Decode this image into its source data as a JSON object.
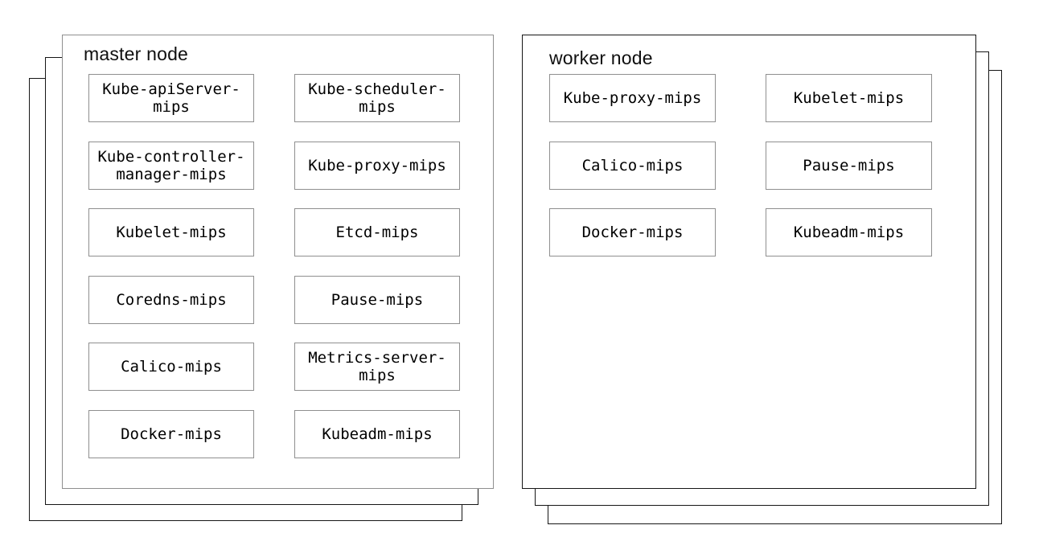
{
  "diagram": {
    "master": {
      "title": "master node",
      "stack_layers": 3,
      "items": [
        "Kube-apiServer-mips",
        "Kube-scheduler-mips",
        "Kube-controller-manager-mips",
        "Kube-proxy-mips",
        "Kubelet-mips",
        "Etcd-mips",
        "Coredns-mips",
        "Pause-mips",
        "Calico-mips",
        "Metrics-server-mips",
        "Docker-mips",
        "Kubeadm-mips"
      ]
    },
    "worker": {
      "title": "worker node",
      "stack_layers": 3,
      "items": [
        "Kube-proxy-mips",
        "Kubelet-mips",
        "Calico-mips",
        "Pause-mips",
        "Docker-mips",
        "Kubeadm-mips"
      ]
    },
    "colors": {
      "background": "#ffffff",
      "outer_stack_border": "#161616",
      "master_front_border": "#8f8f8f",
      "inner_box_border": "#8f8f8f",
      "text": "#000000"
    }
  }
}
